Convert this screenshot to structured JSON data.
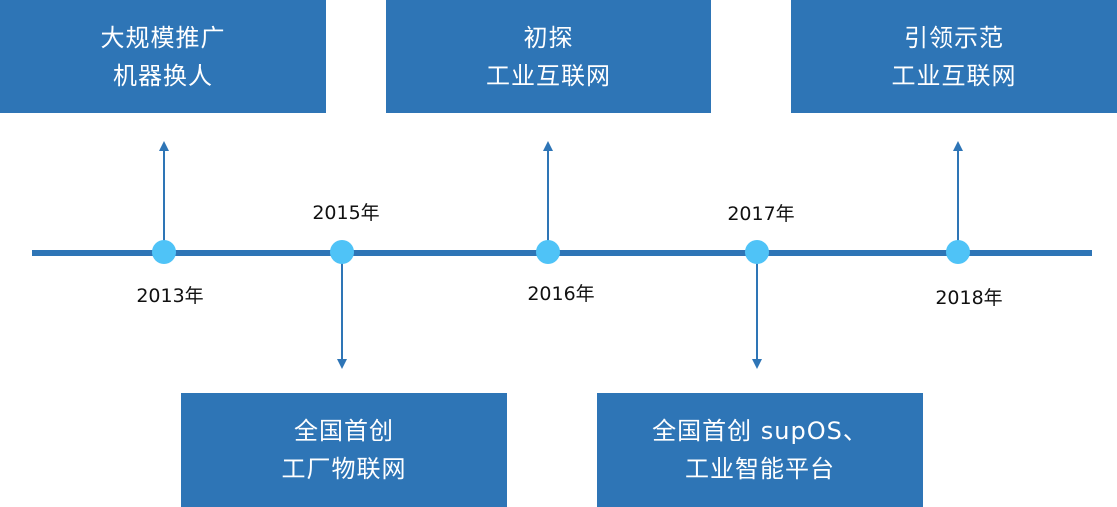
{
  "events": [
    {
      "year": "2013年",
      "lines": [
        "大规模推广",
        "机器换人"
      ],
      "position": "above"
    },
    {
      "year": "2015年",
      "lines": [
        "全国首创",
        "工厂物联网"
      ],
      "position": "below"
    },
    {
      "year": "2016年",
      "lines": [
        "初探",
        "工业互联网"
      ],
      "position": "above"
    },
    {
      "year": "2017年",
      "lines": [
        "全国首创 supOS、",
        "工业智能平台"
      ],
      "position": "below"
    },
    {
      "year": "2018年",
      "lines": [
        "引领示范",
        "工业互联网"
      ],
      "position": "above"
    }
  ],
  "colors": {
    "box": "#2e75b6",
    "timeline": "#2e75b6",
    "dot": "#4fc3f7",
    "text": "#ffffff"
  }
}
